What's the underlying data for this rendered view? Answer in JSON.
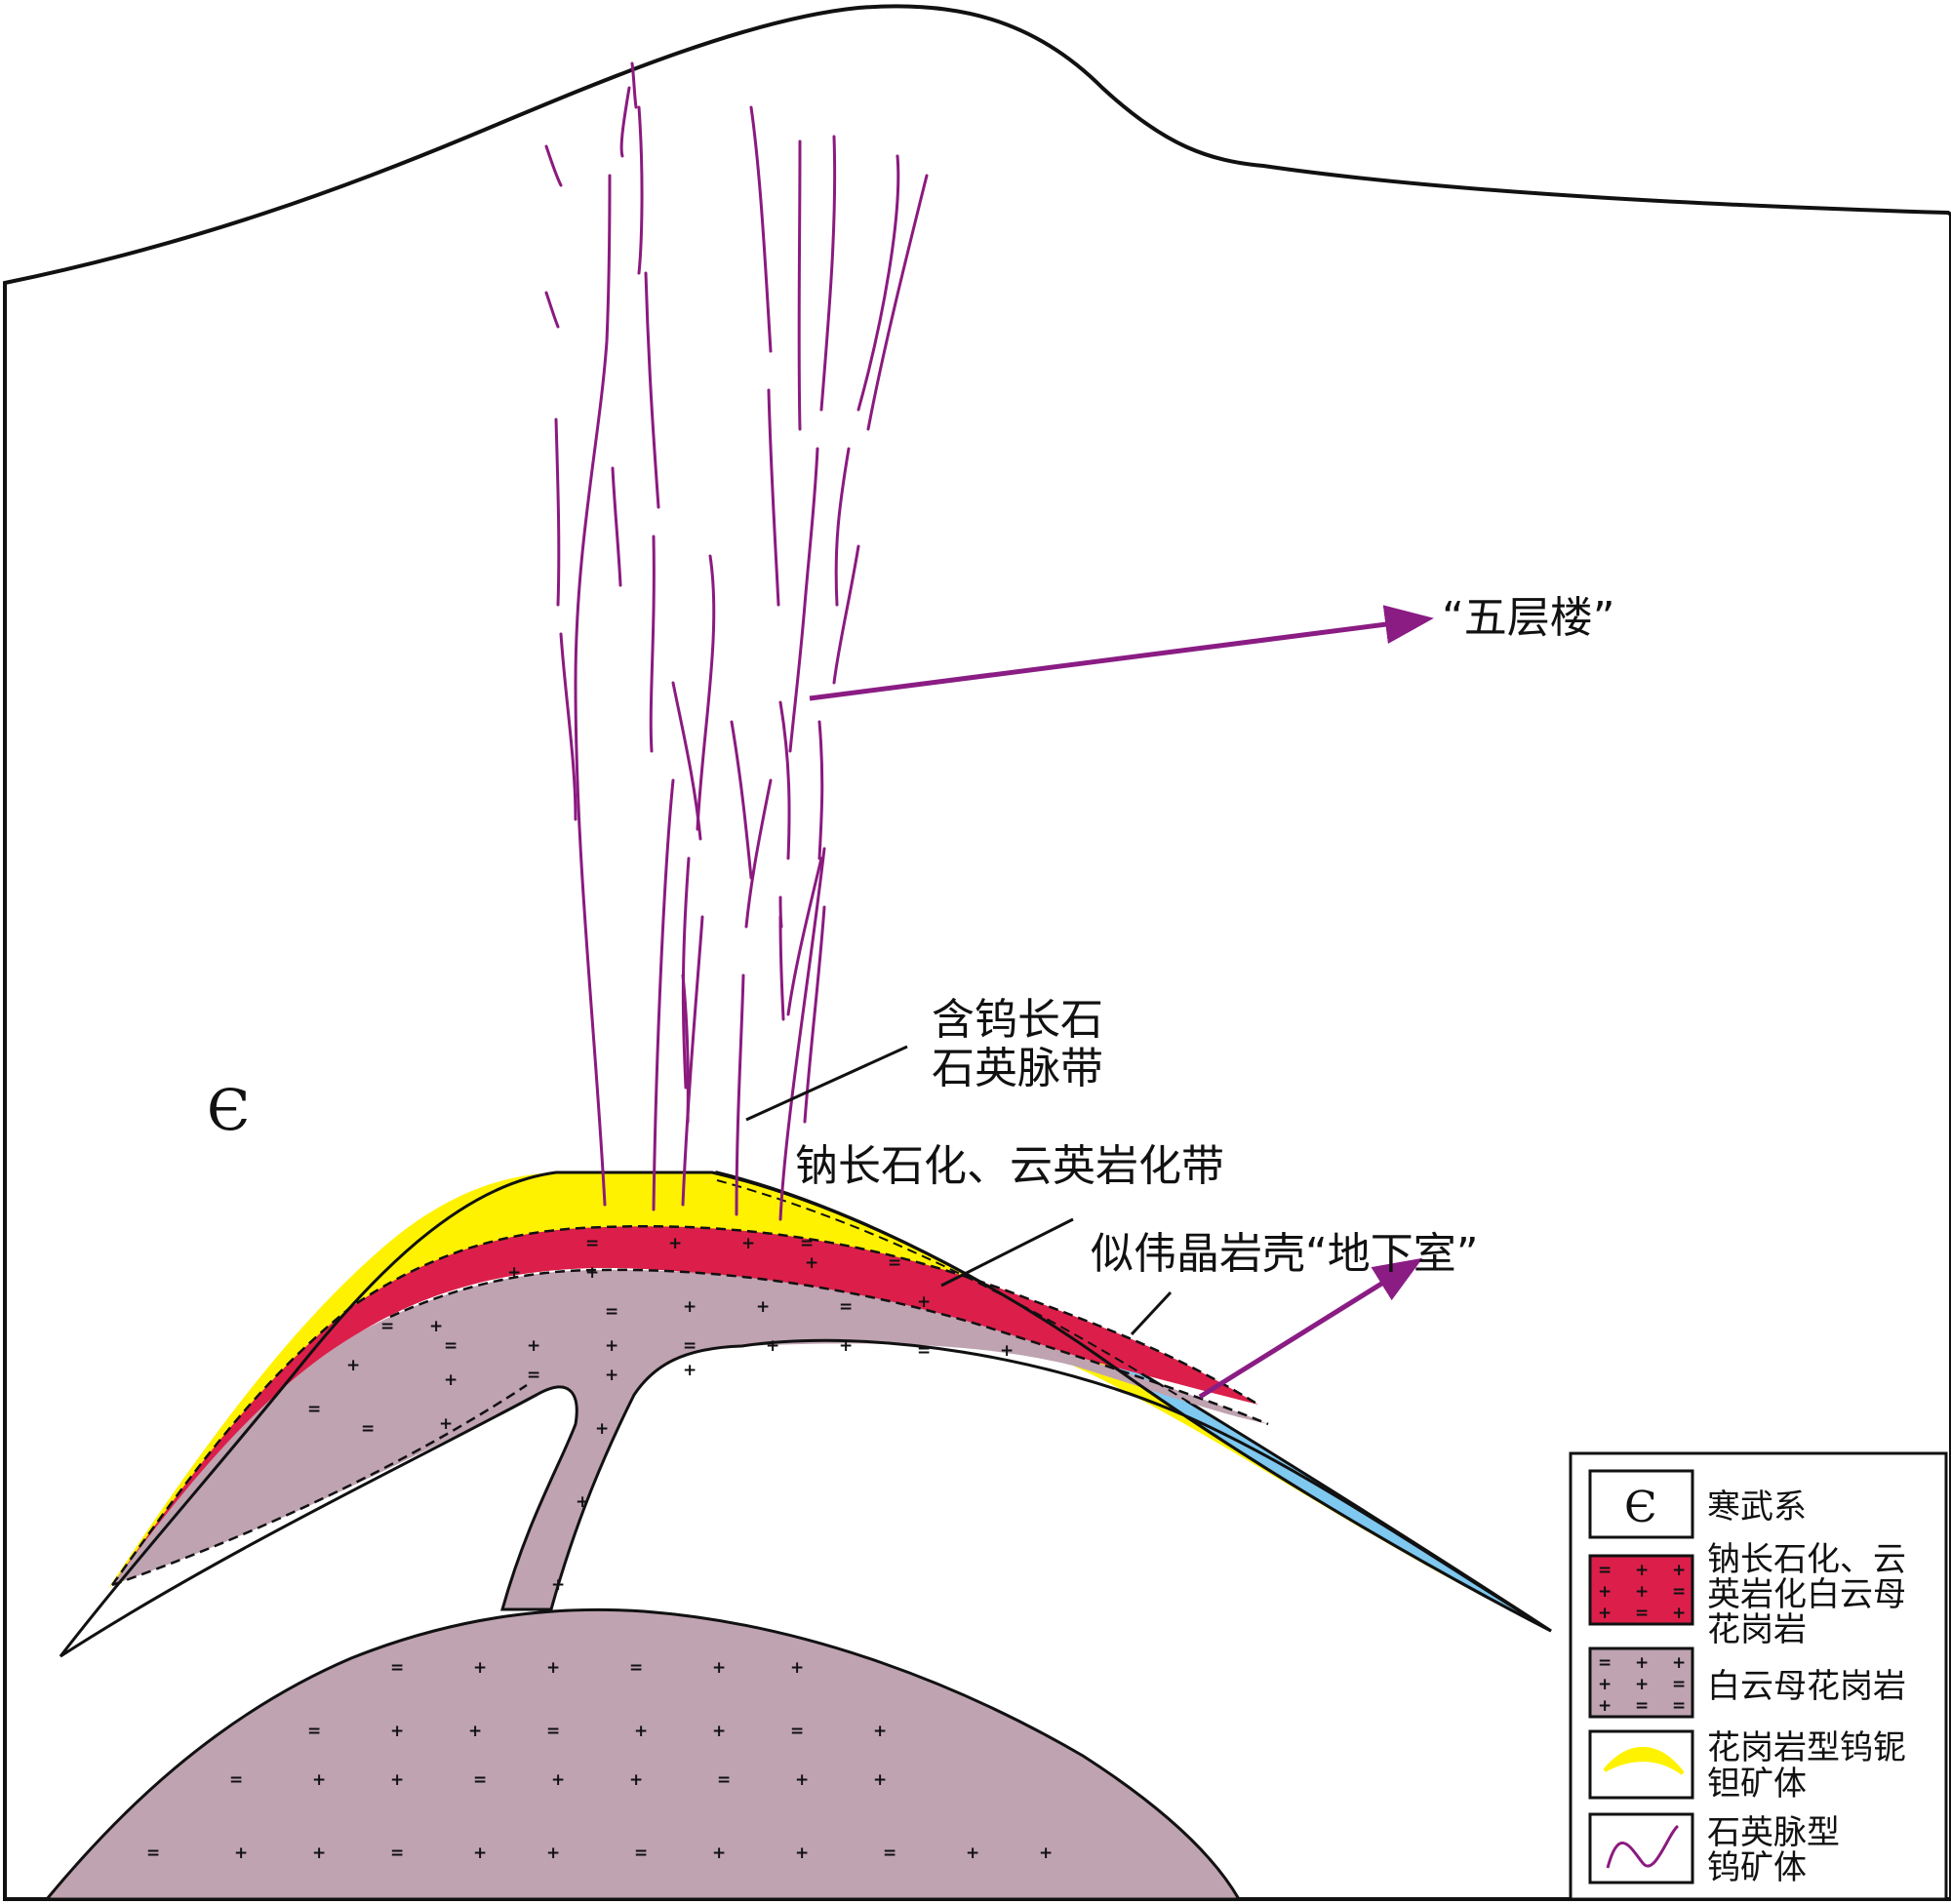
{
  "figure": {
    "unit_symbol": "Є",
    "labels": {
      "five_storey": "“五层楼”",
      "w_feldspar_quartz_vein_zone_line1": "含钨长石",
      "w_feldspar_quartz_vein_zone_line2": "石英脉带",
      "albitization_greisen_zone": "钠长石化、云英岩化带",
      "pegmatite_shell_basement": "似伟晶岩壳“地下室”"
    },
    "colors": {
      "vein": "#8b1a7f",
      "arrow": "#8a1c84",
      "yellow_ore": "#fff200",
      "red_zone": "#dc1f4a",
      "muscovite_granite": "#bfa3b1",
      "pegmatite_shell": "#7fc8ef"
    }
  },
  "legend": {
    "items": [
      {
        "symbol": "Є",
        "label": "寒武系"
      },
      {
        "label_line1": "钠长石化、云",
        "label_line2": "英岩化白云母",
        "label_line3": "花岗岩"
      },
      {
        "label": "白云母花岗岩"
      },
      {
        "label_line1": "花岗岩型钨铌",
        "label_line2": "钽矿体"
      },
      {
        "label_line1": "石英脉型",
        "label_line2": "钨矿体"
      }
    ]
  }
}
